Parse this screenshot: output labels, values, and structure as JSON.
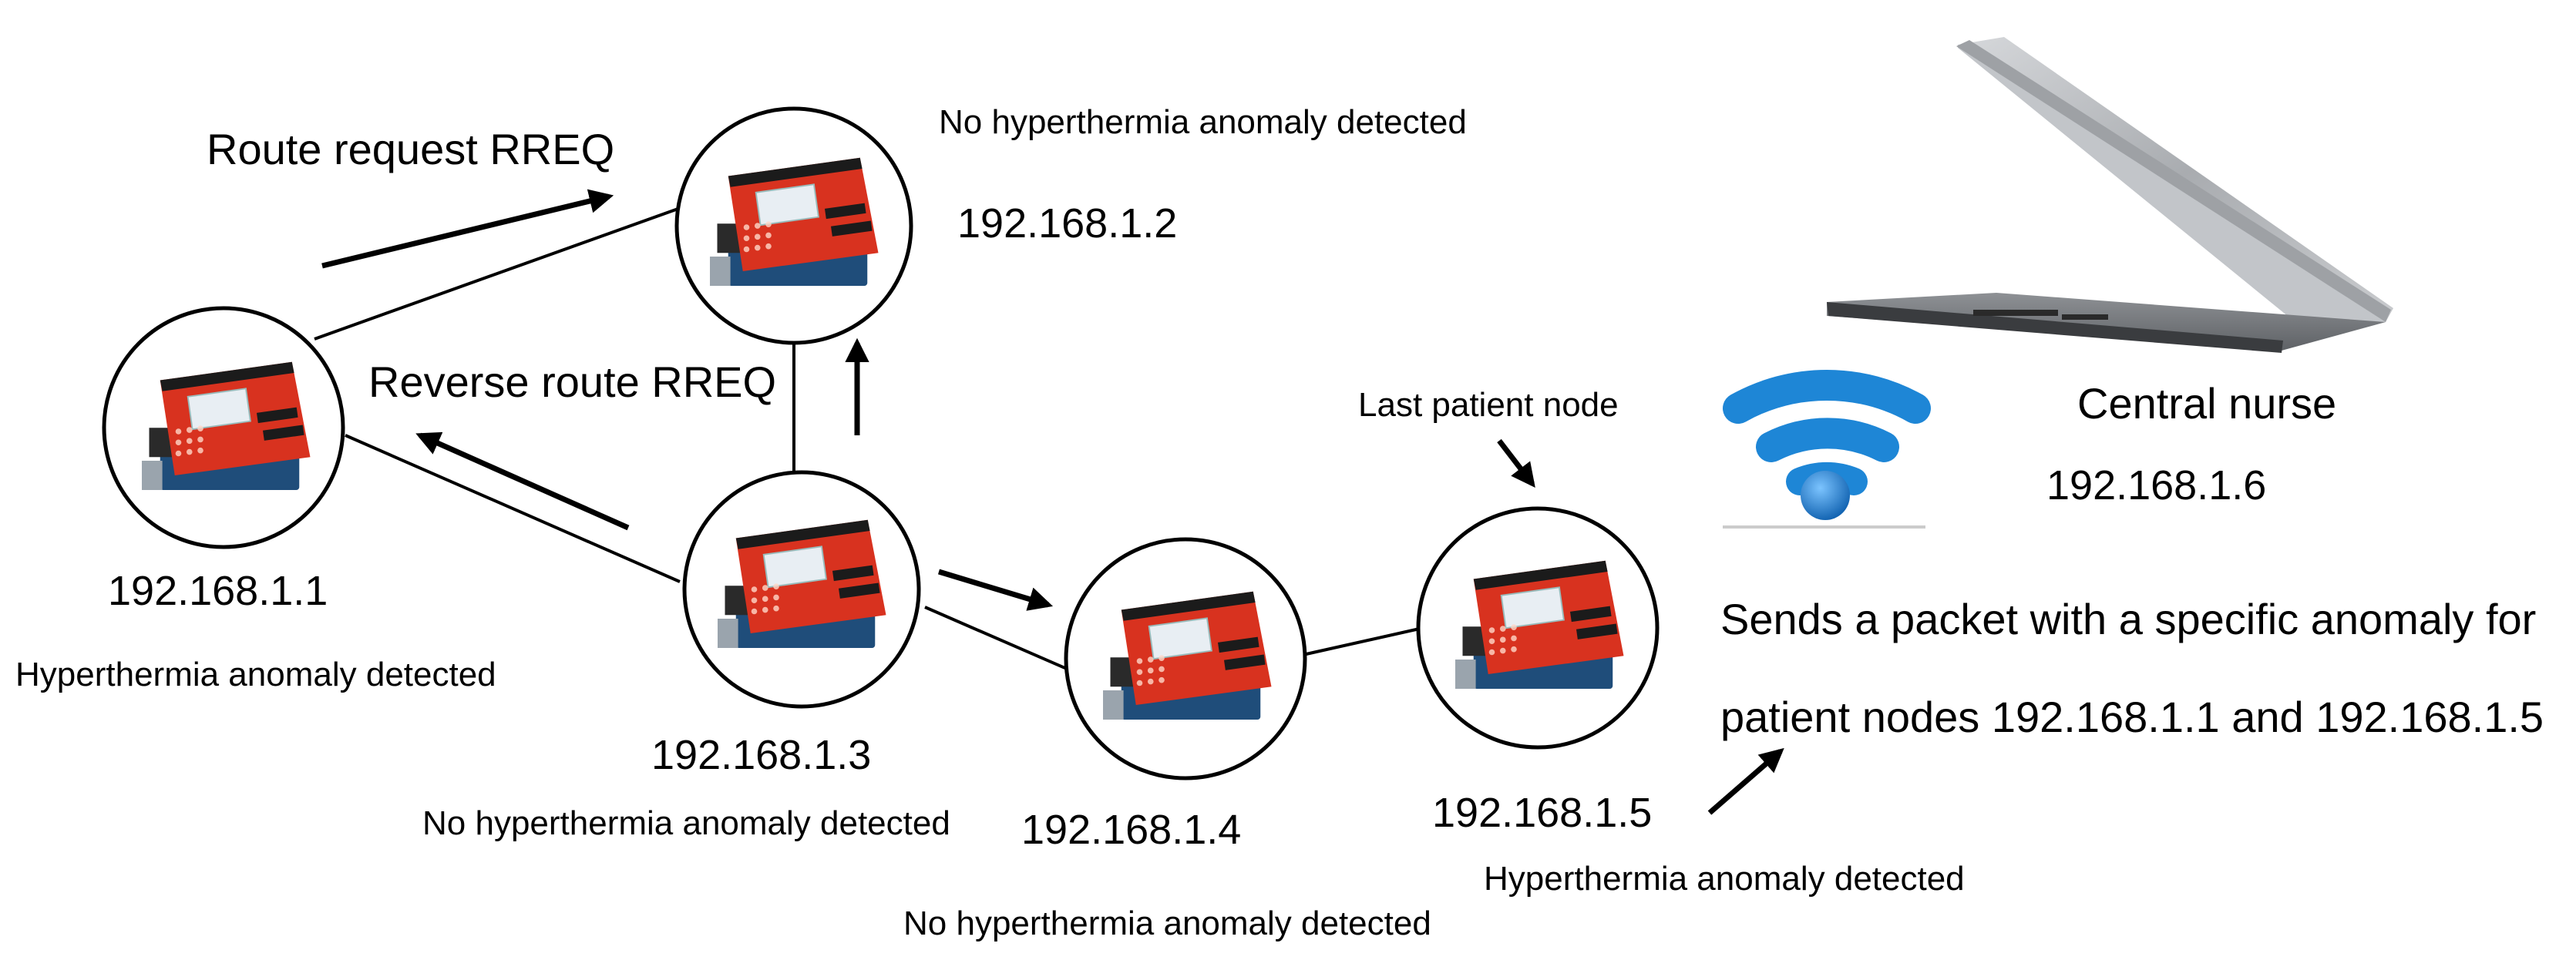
{
  "nodes": [
    {
      "ip": "192.168.1.1",
      "status": "Hyperthermia anomaly detected"
    },
    {
      "ip": "192.168.1.2",
      "status": "No hyperthermia anomaly detected"
    },
    {
      "ip": "192.168.1.3",
      "status": "No hyperthermia anomaly detected"
    },
    {
      "ip": "192.168.1.4",
      "status": "No hyperthermia anomaly detected"
    },
    {
      "ip": "192.168.1.5",
      "status": "Hyperthermia anomaly detected"
    }
  ],
  "arrows": {
    "route_request": "Route request RREQ",
    "reverse_route": "Reverse route RREQ"
  },
  "last_patient_label": "Last patient node",
  "central": {
    "name": "Central nurse",
    "ip": "192.168.1.6",
    "message_line1": "Sends a packet with a specific anomaly for",
    "message_line2": "patient nodes 192.168.1.1 and 192.168.1.5"
  },
  "icons": {
    "node": "arduino-board-icon",
    "laptop": "laptop-icon",
    "wireless": "wifi-icon"
  },
  "colors": {
    "board_red": "#d8321f",
    "board_blue": "#1f4d7a",
    "wifi_blue": "#1e86d6",
    "laptop_silver": "#b9bcc0"
  }
}
